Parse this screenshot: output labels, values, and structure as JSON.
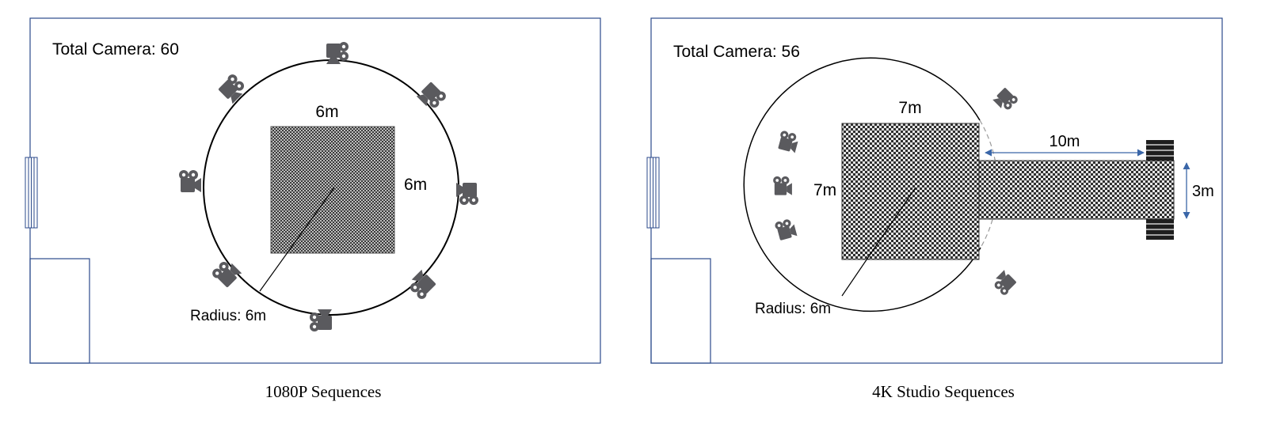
{
  "left_panel": {
    "total_label": "Total Camera: 60",
    "stage_width": "6m",
    "stage_depth": "6m",
    "radius_label": "Radius: 6m",
    "caption": "1080P Sequences",
    "camera_icon_count": 8
  },
  "right_panel": {
    "total_label": "Total Camera: 56",
    "stage_width": "7m",
    "stage_depth": "7m",
    "runway_length": "10m",
    "runway_width": "3m",
    "radius_label": "Radius: 6m",
    "caption": "4K Studio Sequences",
    "camera_icon_count": 5
  },
  "colors": {
    "room_border": "#2b4a8b",
    "circle": "#000000",
    "checker_dark": "#3a3a3a",
    "checker_light": "#bdbdbd",
    "camera": "#5a5a5e",
    "dimension_arrow": "#3a66a8",
    "dashed_arc": "#9a9a9a"
  },
  "icons": {
    "camera": "movie-camera-icon",
    "door": "door-icon",
    "window": "window-icon",
    "stairs": "stairs-icon"
  }
}
